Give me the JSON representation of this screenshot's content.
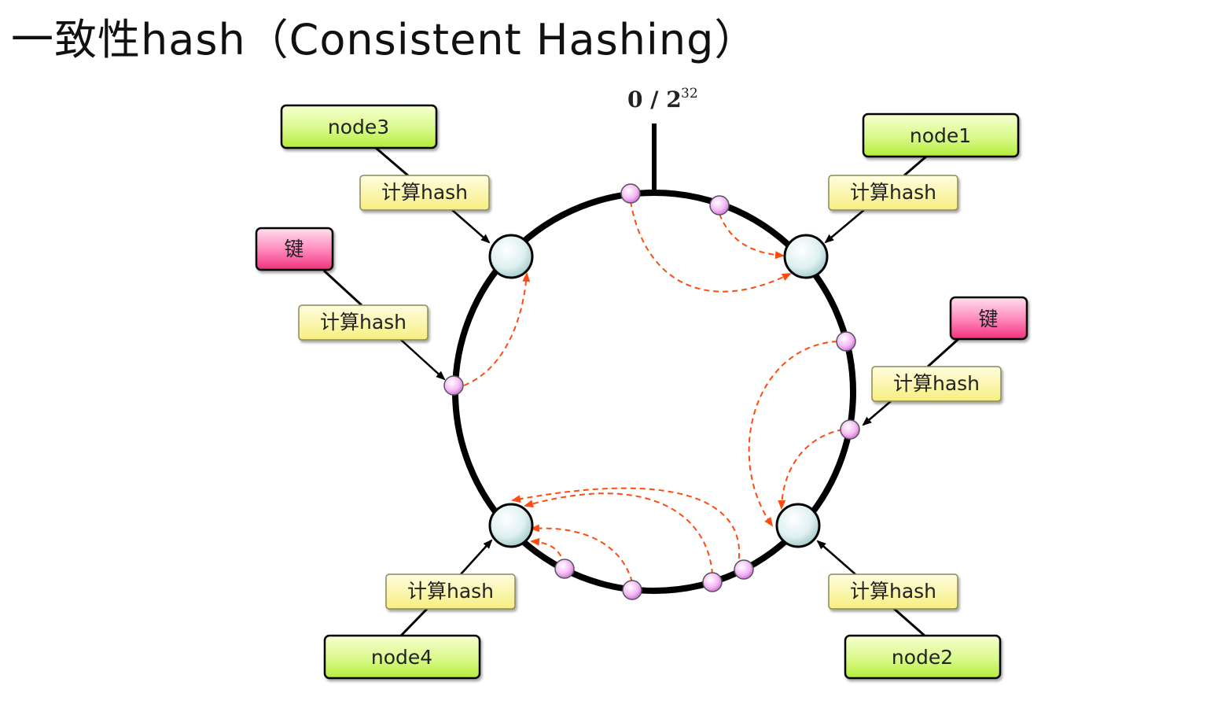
{
  "title": "一致性hash（Consistent Hashing）",
  "axis_label": {
    "base": "0 / 2",
    "exponent": "32"
  },
  "nodes": [
    {
      "id": "node1",
      "label": "node1"
    },
    {
      "id": "node2",
      "label": "node2"
    },
    {
      "id": "node3",
      "label": "node3"
    },
    {
      "id": "node4",
      "label": "node4"
    }
  ],
  "keys": [
    {
      "id": "key-left",
      "label": "键"
    },
    {
      "id": "key-right",
      "label": "键"
    }
  ],
  "hash_step_label": "计算hash",
  "colors": {
    "ring": "#000000",
    "node_box": "#c4f25a",
    "key_box": "#ff5fa0",
    "hash_box": "#fbf49a",
    "arrow": "#ff5a1f",
    "server_circle": "#d8ecec",
    "key_point": "#f1a8f3"
  }
}
